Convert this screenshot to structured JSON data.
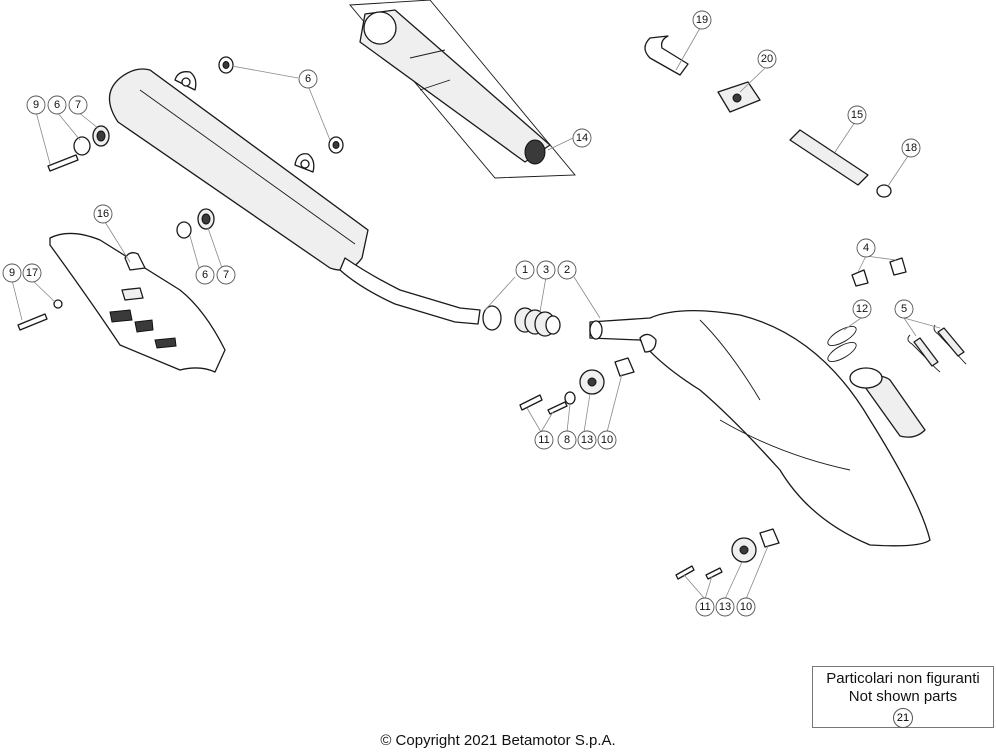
{
  "callouts": [
    {
      "label": "1"
    },
    {
      "label": "2"
    },
    {
      "label": "3"
    },
    {
      "label": "4"
    },
    {
      "label": "5"
    },
    {
      "label": "6"
    },
    {
      "label": "6"
    },
    {
      "label": "6"
    },
    {
      "label": "7"
    },
    {
      "label": "7"
    },
    {
      "label": "8"
    },
    {
      "label": "9"
    },
    {
      "label": "9"
    },
    {
      "label": "10"
    },
    {
      "label": "10"
    },
    {
      "label": "11"
    },
    {
      "label": "11"
    },
    {
      "label": "12"
    },
    {
      "label": "13"
    },
    {
      "label": "13"
    },
    {
      "label": "14"
    },
    {
      "label": "15"
    },
    {
      "label": "16"
    },
    {
      "label": "17"
    },
    {
      "label": "18"
    },
    {
      "label": "19"
    },
    {
      "label": "20"
    }
  ],
  "not_shown": {
    "title_it": "Particolari non figuranti",
    "title_en": "Not shown parts",
    "ref": "21"
  },
  "copyright": "© Copyright 2021 Betamotor S.p.A."
}
